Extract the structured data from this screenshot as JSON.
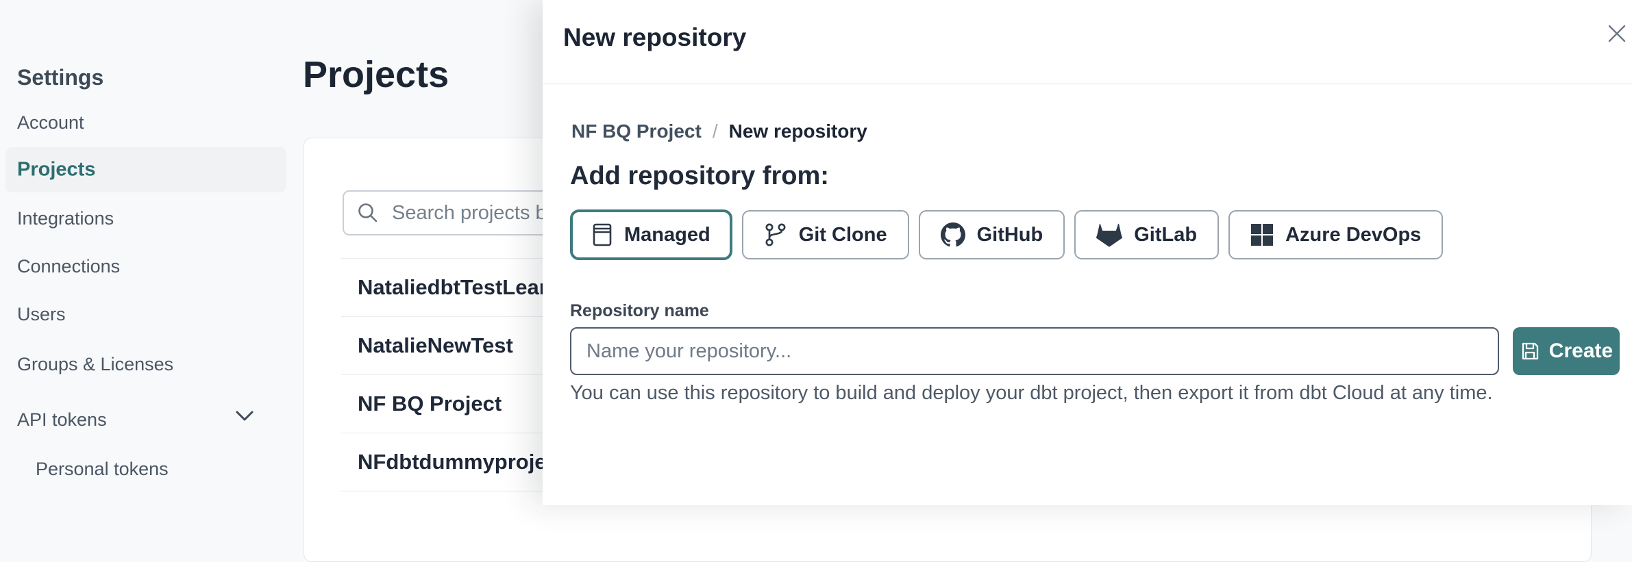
{
  "sidebar": {
    "heading": "Settings",
    "items": [
      {
        "label": "Account",
        "selected": false
      },
      {
        "label": "Projects",
        "selected": true
      },
      {
        "label": "Integrations",
        "selected": false
      },
      {
        "label": "Connections",
        "selected": false
      },
      {
        "label": "Users",
        "selected": false
      },
      {
        "label": "Groups & Licenses",
        "selected": false
      },
      {
        "label": "API tokens",
        "selected": false,
        "expandable": true
      },
      {
        "label": "Personal tokens",
        "selected": false,
        "indented": true
      }
    ]
  },
  "main": {
    "title": "Projects",
    "search": {
      "placeholder": "Search projects by name"
    },
    "projects": [
      {
        "name": "NataliedbtTestLearn T"
      },
      {
        "name": "NatalieNewTest"
      },
      {
        "name": "NF BQ Project"
      },
      {
        "name": "NFdbtdummyproject"
      }
    ]
  },
  "modal": {
    "title": "New repository",
    "breadcrumb": {
      "parent": "NF BQ Project",
      "separator": "/",
      "current": "New repository"
    },
    "section_heading": "Add repository from:",
    "source_options": [
      {
        "label": "Managed",
        "icon": "managed-repo-icon",
        "selected": true
      },
      {
        "label": "Git Clone",
        "icon": "git-branch-icon",
        "selected": false
      },
      {
        "label": "GitHub",
        "icon": "github-icon",
        "selected": false
      },
      {
        "label": "GitLab",
        "icon": "gitlab-icon",
        "selected": false
      },
      {
        "label": "Azure DevOps",
        "icon": "azure-devops-icon",
        "selected": false
      }
    ],
    "form": {
      "name_label": "Repository name",
      "name_placeholder": "Name your repository...",
      "create_label": "Create"
    },
    "helper_text": "You can use this repository to build and deploy your dbt project, then export it from dbt Cloud at any time."
  },
  "colors": {
    "accent_teal": "#3e7b7e",
    "selected_nav_teal": "#2d6e70",
    "heading_navy": "#1c2533",
    "body_slate": "#4b5664",
    "page_bg": "#f8f9fa",
    "divider": "#e9ebee"
  }
}
